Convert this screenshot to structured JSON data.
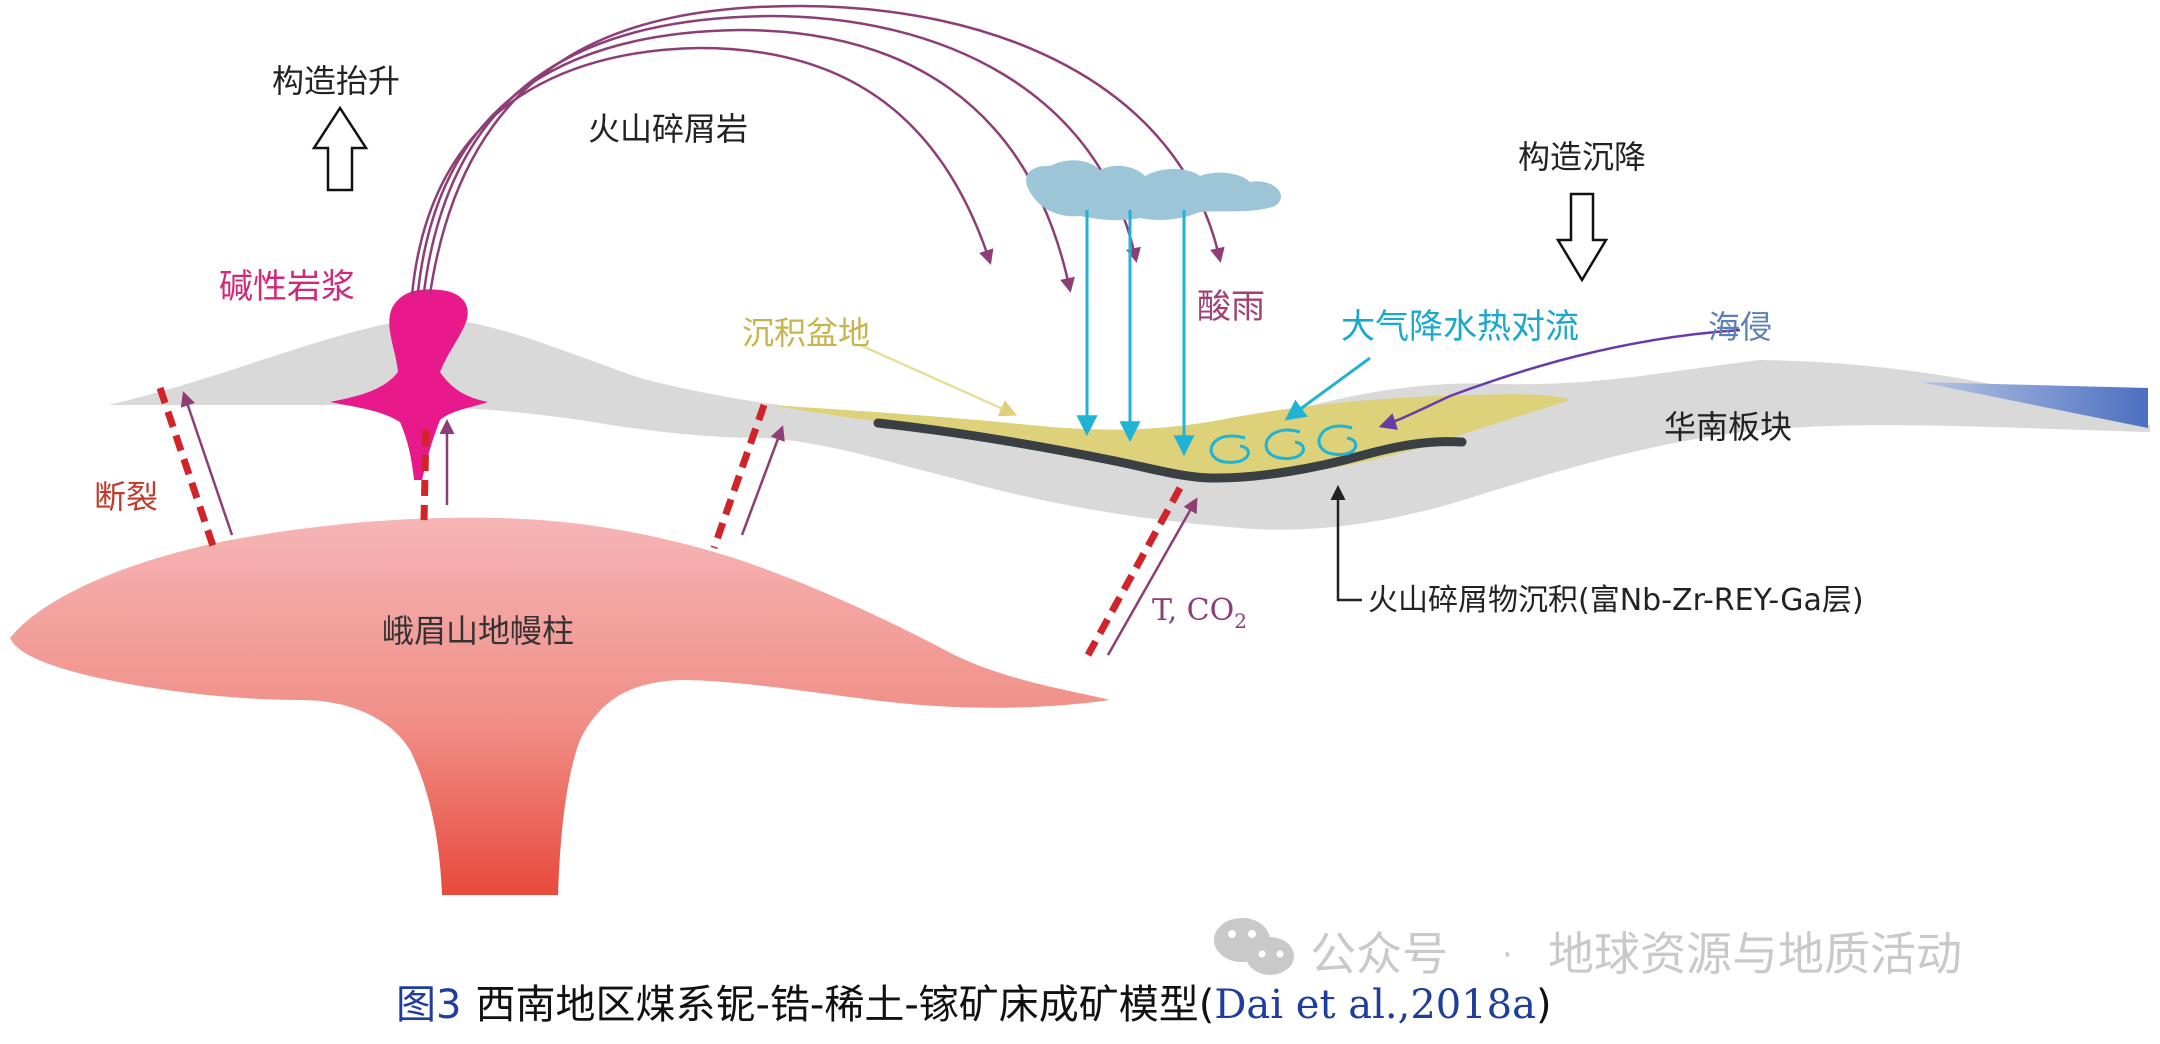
{
  "labels": {
    "uplift": "构造抬升",
    "pyroclastic": "火山碎屑岩",
    "subsidence": "构造沉降",
    "alkaline_magma": "碱性岩浆",
    "acid_rain": "酸雨",
    "basin": "沉积盆地",
    "convection": "大气降水热对流",
    "transgression": "海侵",
    "plate": "华南板块",
    "fault": "断裂",
    "plume": "峨眉山地幔柱",
    "t_co2_prefix": "T, CO",
    "t_co2_sub": "2",
    "deposit": "火山碎屑物沉积(富Nb-Zr-REY-Ga层)"
  },
  "watermark": {
    "left": "公众号",
    "dot": "·",
    "right": "地球资源与地质活动"
  },
  "caption": {
    "fig_no": "图3",
    "title": "西南地区煤系铌-锆-稀土-镓矿床成矿模型(",
    "citation": "Dai et al.,2018a",
    "close": ")"
  },
  "colors": {
    "crust": "#d9d9d9",
    "plume_top": "#f6b3b5",
    "plume_bottom": "#e8473d",
    "magma": "#e8198a",
    "basin_fill": "#ddd27a",
    "coal": "#3a3f43",
    "cloud": "#9cc6d8",
    "rain": "#1fb3d6",
    "arrows_purple": "#8e3e76",
    "fault_red": "#d1232a",
    "sea": "#5577c2",
    "text_label_red": "#c0392b",
    "text_magenta": "#d0287a",
    "text_basin": "#c8b44a",
    "text_blue": "#1aa8cc",
    "text_sea": "#5b7fb9",
    "caption_blue": "#1e3d9c"
  }
}
